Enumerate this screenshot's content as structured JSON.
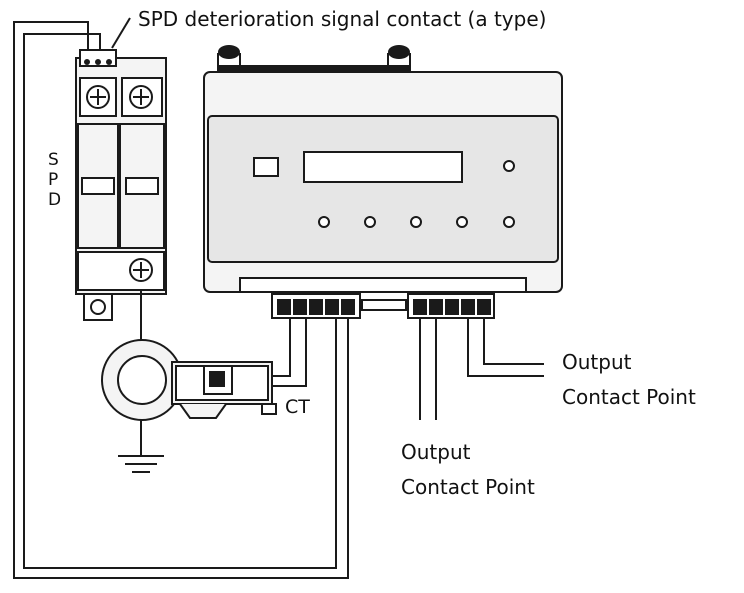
{
  "labels": {
    "spd_signal_contact": "SPD deterioration signal contact (a type)",
    "spd_letters": [
      "S",
      "P",
      "D"
    ],
    "ct": "CT",
    "output_right_line1": "Output",
    "output_right_line2": "Contact Point",
    "output_bottom_line1": "Output",
    "output_bottom_line2": "Contact Point"
  },
  "colors": {
    "line": "#1a1a1a",
    "device_body": "#f4f4f4",
    "panel_shade": "#e6e6e6",
    "background": "#ffffff"
  }
}
